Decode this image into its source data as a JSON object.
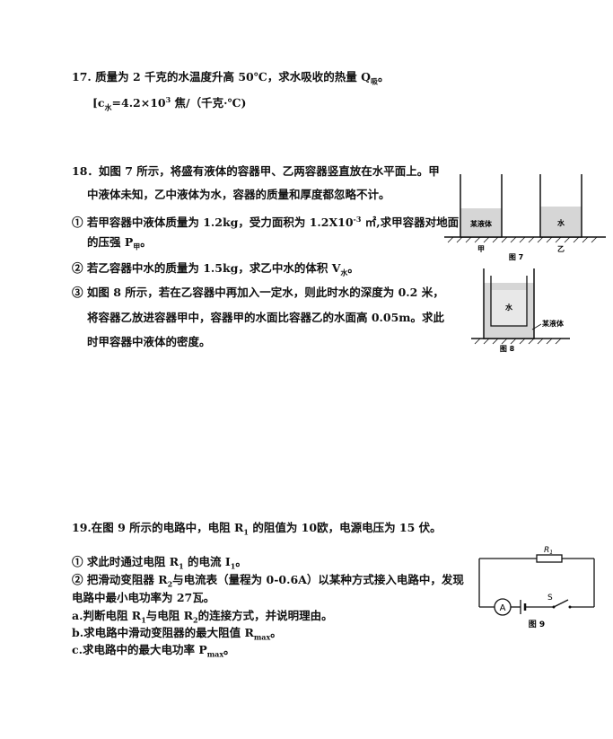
{
  "q17": {
    "number": "17.",
    "text_main": "质量为 2 千克的水温度升高 50℃，求水吸收的热量 Q",
    "q_sub": "吸",
    "end": "。",
    "formula_pre": "[c",
    "formula_sub": "水",
    "formula_mid": "=4.2×10",
    "formula_sup": "3",
    "formula_post": " 焦/（千克·℃)"
  },
  "q18": {
    "intro1": "18．如图 7 所示，将盛有液体的容器甲、乙两容器竖直放在水平面上。甲",
    "intro2": "中液体未知，乙中液体为水，容器的质量和厚度都忽略不计。",
    "p1_pre": "① 若甲容器中液体质量为 1.2kg，受力面积为 1.2X10",
    "p1_sup": "-3",
    "p1_post": " ㎡,求甲容器对地面",
    "p1_line2_pre": "的压强 P",
    "p1_line2_sub": "甲",
    "p1_line2_post": "。",
    "p2_pre": "② 若乙容器中水的质量为 1.5kg，求乙中水的体积 V",
    "p2_sub": "水",
    "p2_post": "。",
    "p3_line1": "③ 如图 8 所示，若在乙容器中再加入一定水，则此时水的深度为 0.2 米，",
    "p3_line2": "将容器乙放进容器甲中，容器甲的水面比容器乙的水面高 0.05m。求此",
    "p3_line3": "时甲容器中液体的密度。",
    "fig7": {
      "label_a_liquid": "某液体",
      "label_b_liquid": "水",
      "container_a": "甲",
      "container_b": "乙",
      "caption": "图 7"
    },
    "fig8": {
      "inner_liquid": "水",
      "outer_liquid": "某液体",
      "caption": "图 8"
    }
  },
  "q19": {
    "intro_pre": "19.在图 9 所示的电路中，电阻 R",
    "intro_sub": "1",
    "intro_post": " 的阻值为 10欧，电源电压为 15 伏。",
    "p1_pre": "① 求此时通过电阻 R",
    "p1_sub": "1",
    "p1_mid": " 的电流 I",
    "p1_sub2": "1",
    "p1_post": "。",
    "p2_pre": "② 把滑动变阻器 R",
    "p2_sub": "2",
    "p2_post": "与电流表（量程为 0-0.6A）以某种方式接入电路中，发现",
    "p2_line2": "电路中最小电功率为 27瓦。",
    "pa_pre": "a.判断电阻 R",
    "pa_sub": "1",
    "pa_mid": "与电阻 R",
    "pa_sub2": "2",
    "pa_post": "的连接方式，并说明理由。",
    "pb_pre": "b.求电路中滑动变阻器的最大阻值 R",
    "pb_sub": "max",
    "pb_post": "。",
    "pc_pre": "c.求电路中的最大电功率 P",
    "pc_sub": "max",
    "pc_post": "。",
    "fig9": {
      "resistor_label": "R",
      "resistor_sub": "1",
      "ammeter": "A",
      "switch": "S",
      "caption": "图 9"
    }
  }
}
